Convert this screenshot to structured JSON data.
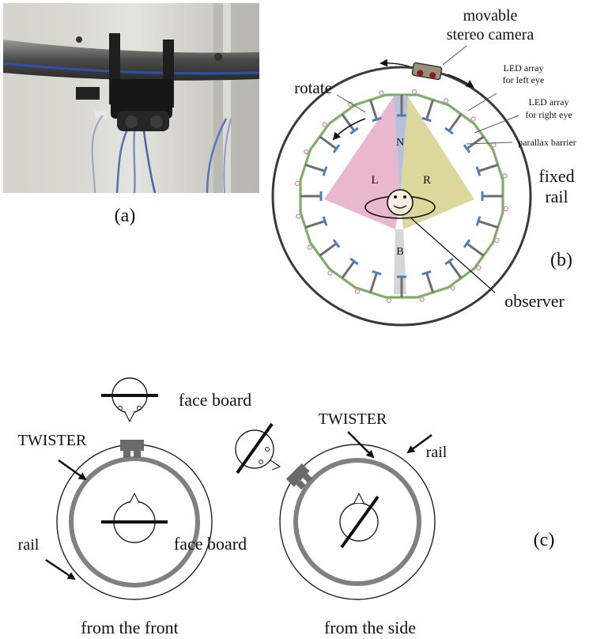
{
  "panels": {
    "a": {
      "label": "(a)"
    },
    "b": {
      "label": "(b)",
      "annotations": {
        "movable_camera": "movable",
        "stereo_camera": "stereo camera",
        "rotate": "rotate",
        "led_left_1": "LED array",
        "led_left_2": "for left eye",
        "led_right_1": "LED array",
        "led_right_2": "for right eye",
        "parallax_barrier": "parallax barrier",
        "fixed": "fixed",
        "rail": "rail",
        "observer": "observer"
      },
      "regions": {
        "left": "L",
        "right": "R",
        "north": "N",
        "back": "B"
      },
      "colors": {
        "left_region": "#e9b8cf",
        "right_region": "#dcd79a",
        "north_region": "#b8c0dc",
        "back_region": "#d6d6d6",
        "led_green": "#7fae6a",
        "barrier_gray": "#6e6e6e",
        "led_blue": "#4d7fbf",
        "led_pink": "#d98aa8"
      }
    },
    "c": {
      "label": "(c)",
      "front": {
        "caption": "from the front",
        "face_board_top": "face board",
        "twister": "TWISTER",
        "face_board_center": "face board",
        "rail": "rail"
      },
      "side": {
        "caption": "from the side",
        "twister": "TWISTER",
        "rail": "rail"
      },
      "colors": {
        "twister_ring": "#808080",
        "camera_block": "#6a6a6a"
      }
    }
  }
}
